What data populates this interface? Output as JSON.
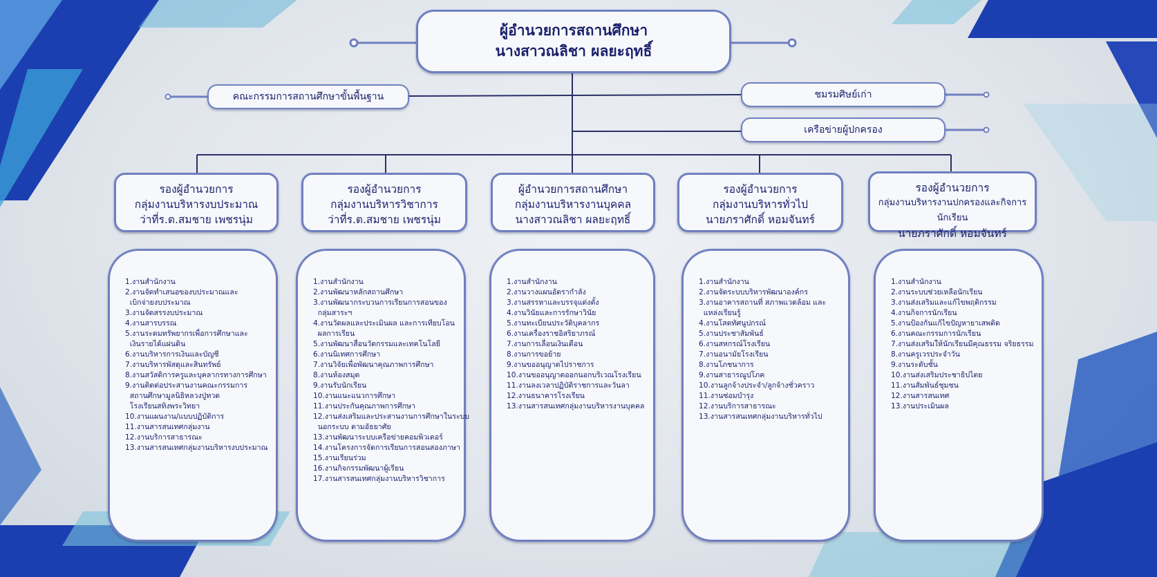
{
  "top": {
    "line1": "ผู้อำนวยการสถานศึกษา",
    "line2": "นางสาวณลิชา ผลยะฤทธิ์"
  },
  "side": {
    "committee": "คณะกรรมการสถานศึกษาขั้นพื้นฐาน",
    "alumni": "ชมรมศิษย์เก่า",
    "parents": "เครือข่ายผู้ปกครอง"
  },
  "departments": [
    {
      "l1": "รองผู้อำนวยการ",
      "l2": "กลุ่มงานบริหารงบประมาณ",
      "l3": "ว่าที่ร.ต.สมชาย เพชรนุ่ม",
      "items": [
        "1.งานสำนักงาน",
        "2.งานจัดทำเสนอของบประมาณและ",
        "  เบิกจ่ายงบประมาณ",
        "3.งานจัดสรรงบประมาณ",
        "4.งานสารบรรณ",
        "5.งานระดมทรัพยากรเพื่อการศึกษาและ",
        "  เงินรายได้แผ่นดิน",
        "6.งานบริหารการเงินและบัญชี",
        "7.งานบริหารพัสดุและสินทรัพย์",
        "8.งานสวัสดิการครูและบุคลากรทางการศึกษา",
        "9.งานติดต่อประสานงานคณะกรรมการ",
        "  สถานศึกษามูลนิธิหลวงปู่ทวด",
        "  โรงเรียนสทิงพระวิทยา",
        "10.งานแผนงาน/แบบปฏิบัติการ",
        "11.งานสารสนเทศกลุ่มงาน",
        "12.งานบริการสาธารณะ",
        "13.งานสารสนเทศกลุ่มงานบริหารงบประมาณ"
      ]
    },
    {
      "l1": "รองผู้อำนวยการ",
      "l2": "กลุ่มงานบริหารวิชาการ",
      "l3": "ว่าที่ร.ต.สมชาย เพชรนุ่ม",
      "items": [
        "1.งานสำนักงาน",
        "2.งานพัฒนาหลักสถานศึกษา",
        "3.งานพัฒนากระบวนการเรียนการสอนของ",
        "  กลุ่มสาระฯ",
        "4.งานวัดผลและประเมินผล และการเทียบโอน",
        "  ผลการเรียน",
        "5.งานพัฒนาสื่อนวัตกรรมและเทคโนโลยี",
        "6.งานนิเทศการศึกษา",
        "7.งานวิจัยเพื่อพัฒนาคุณภาพการศึกษา",
        "8.งานห้องสมุด",
        "9.งานรับนักเรียน",
        "10.งานแนะแนวการศึกษา",
        "11.งานประกันคุณภาพการศึกษา",
        "12.งานส่งเสริมและประสานงานการศึกษาในระบบ",
        "  นอกระบบ ตามอัธยาศัย",
        "13.งานพัฒนาระบบเครือข่ายคอมพิวเตอร์",
        "14.งานโครงการจัดการเรียนการสอนสองภาษา",
        "15.งานเรียนร่วม",
        "16.งานกิจกรรมพัฒนาผู้เรียน",
        "17.งานสารสนเทศกลุ่มงานบริหารวิชาการ"
      ]
    },
    {
      "l1": "ผู้อำนวยการสถานศึกษา",
      "l2": "กลุ่มงานบริหารงานบุคคล",
      "l3": "นางสาวณลิชา ผลยะฤทธิ์",
      "items": [
        "1.งานสำนักงาน",
        "2.งานวางแผนอัตรากำลัง",
        "3.งานสรรหาและบรรจุแต่งตั้ง",
        "4.งานวินัยและการรักษาวินัย",
        "5.งานทะเบียนประวัติบุคลากร",
        "6.งานเครื่องราชอิสริยาภรณ์",
        "7.งานการเลื่อนเงินเดือน",
        "8.งานการขอย้าย",
        "9.งานขออนุญาตไปราชการ",
        "10.งานขออนุญาตออกนอกบริเวณโรงเรียน",
        "11.งานลงเวลาปฏิบัติราชการและวันลา",
        "12.งานธนาคารโรงเรียน",
        "13.งานสารสนเทศกลุ่มงานบริหารงานบุคคล"
      ]
    },
    {
      "l1": "รองผู้อำนวยการ",
      "l2": "กลุ่มงานบริหารทั่วไป",
      "l3": "นายภราศักดิ์ หอมจันทร์",
      "items": [
        "1.งานสำนักงาน",
        "2.งานจัดระบบบริหารพัฒนาองค์กร",
        "3.งานอาคารสถานที่ สภาพแวดล้อม และ",
        "  แหล่งเรียนรู้",
        "4.งานโสตทัศนูปกรณ์",
        "5.งานประชาสัมพันธ์",
        "6.งานสหกรณ์โรงเรียน",
        "7.งานอนามัยโรงเรียน",
        "8.งานโภชนาการ",
        "9.งานสาธารณูปโภค",
        "10.งานลูกจ้างประจำ/ลูกจ้างชั่วคราว",
        "11.งานซ่อมบำรุง",
        "12.งานบริการสาธารณะ",
        "13.งานสารสนเทศกลุ่มงานบริหารทั่วไป"
      ]
    },
    {
      "l1": "รองผู้อำนวยการ",
      "l2": "กลุ่มงานบริหารงานปกครองและกิจการนักเรียน",
      "l3": "นายภราศักดิ์ หอมจันทร์",
      "items": [
        "1.งานสำนักงาน",
        "2.งานระบบช่วยเหลือนักเรียน",
        "3.งานส่งเสริมและแก้ไขพฤติกรรม",
        "4.งานกิจการนักเรียน",
        "5.งานป้องกันแก้ไขปัญหายาเสพติด",
        "6.งานคณะกรรมการนักเรียน",
        "7.งานส่งเสริมให้นักเรียนมีคุณธรรม จริยธรรม",
        "8.งานครูเวรประจำวัน",
        "9.งานระดับชั้น",
        "10.งานส่งเสริมประชาธิปไตย",
        "11.งานสัมพันธ์ชุมชน",
        "12.งานสารสนเทศ",
        "13.งานประเมินผล"
      ]
    }
  ]
}
